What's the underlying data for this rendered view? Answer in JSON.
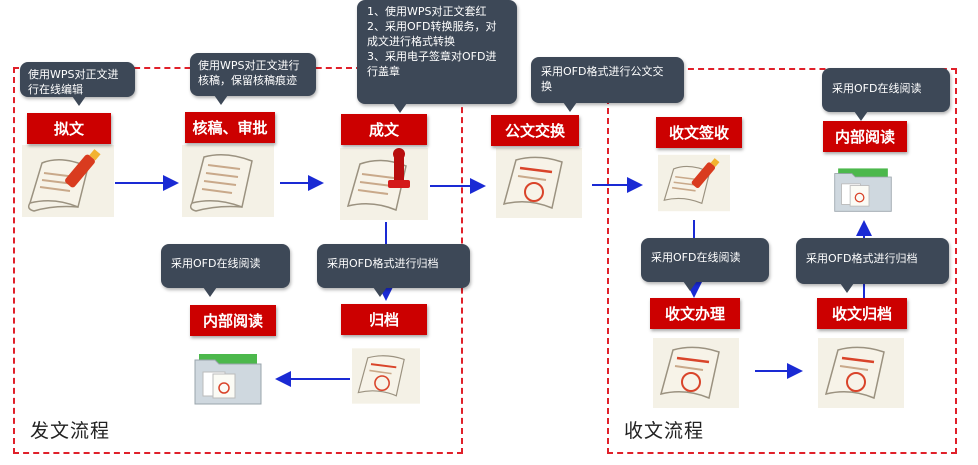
{
  "regions": {
    "send": {
      "title": "发文流程"
    },
    "receive": {
      "title": "收文流程"
    }
  },
  "steps": {
    "draft": "拟文",
    "review": "核稿、审批",
    "finalize": "成文",
    "exchange": "公文交换",
    "archive_send": "归档",
    "read_send": "内部阅读",
    "receive_sign": "收文签收",
    "receive_handle": "收文办理",
    "receive_archive": "收文归档",
    "read_receive": "内部阅读"
  },
  "callouts": {
    "draft": [
      "使用WPS对正文进",
      "行在线编辑"
    ],
    "review": [
      "使用WPS对正文进行",
      "核稿，保留核稿痕迹"
    ],
    "finalize": [
      "1、使用WPS对正文套红",
      "2、采用OFD转换服务，对",
      "成文进行格式转换",
      "3、采用电子签章对OFD进",
      "行盖章"
    ],
    "exchange": [
      "采用OFD格式进行公文交",
      "换"
    ],
    "archive_send": [
      "采用OFD格式进行归档"
    ],
    "read_send": [
      "采用OFD在线阅读"
    ],
    "receive_handle": [
      "采用OFD在线阅读"
    ],
    "receive_archive": [
      "采用OFD格式进行归档"
    ],
    "read_receive": [
      "采用OFD在线阅读"
    ]
  },
  "colors": {
    "step_bg": "#cc0000",
    "callout_bg": "#3d4857",
    "border": "#e0202a",
    "arrow": "#1a2ad4"
  },
  "icons": {
    "draft": "document-pen-icon",
    "review": "document-icon",
    "finalize": "document-stamp-icon",
    "exchange": "document-seal-icon",
    "archive_send": "document-seal-icon",
    "read_send": "folder-icon",
    "receive_sign": "document-pen-icon",
    "receive_handle": "document-seal-icon",
    "receive_archive": "document-seal-icon",
    "read_receive": "folder-icon"
  }
}
